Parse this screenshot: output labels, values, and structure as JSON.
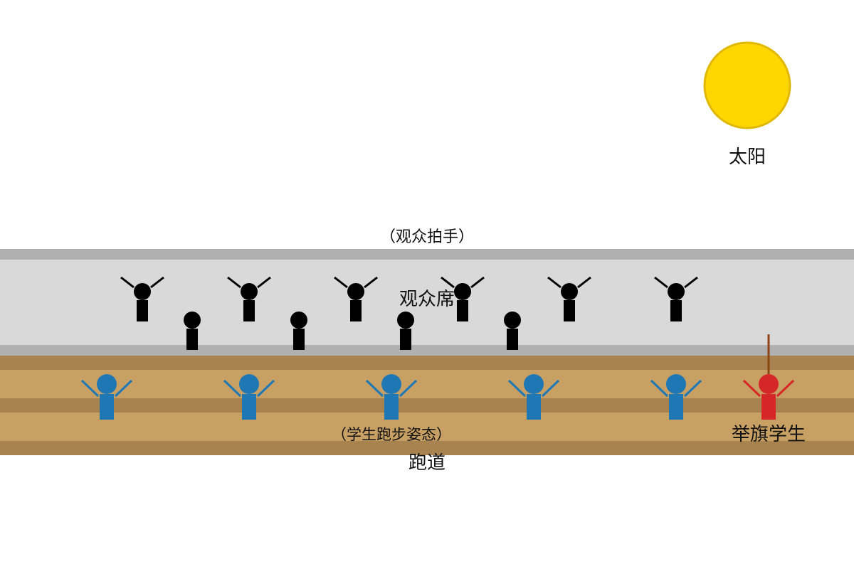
{
  "labels": {
    "sun": "太阳",
    "audience_clapping": "（观众拍手）",
    "stands": "观众席",
    "student_pose": "（学生跑步姿态）",
    "track": "跑道",
    "flag_student": "举旗学生"
  },
  "colors": {
    "background": "#ffffff",
    "sun_fill": "#ffd700",
    "sun_stroke": "#e0b800",
    "stands_fill": "#d9d9d9",
    "stands_border": "#b0b0b0",
    "track_dark": "#a8834f",
    "track_light": "#c8a064",
    "spectator": "#000000",
    "student": "#1f77b4",
    "flag_student": "#d62728",
    "flag_pole": "#8b4513"
  },
  "figures": {
    "spectators_arms_up": 6,
    "spectators_arms_down": 4,
    "students": 5,
    "flag_students": 1
  }
}
